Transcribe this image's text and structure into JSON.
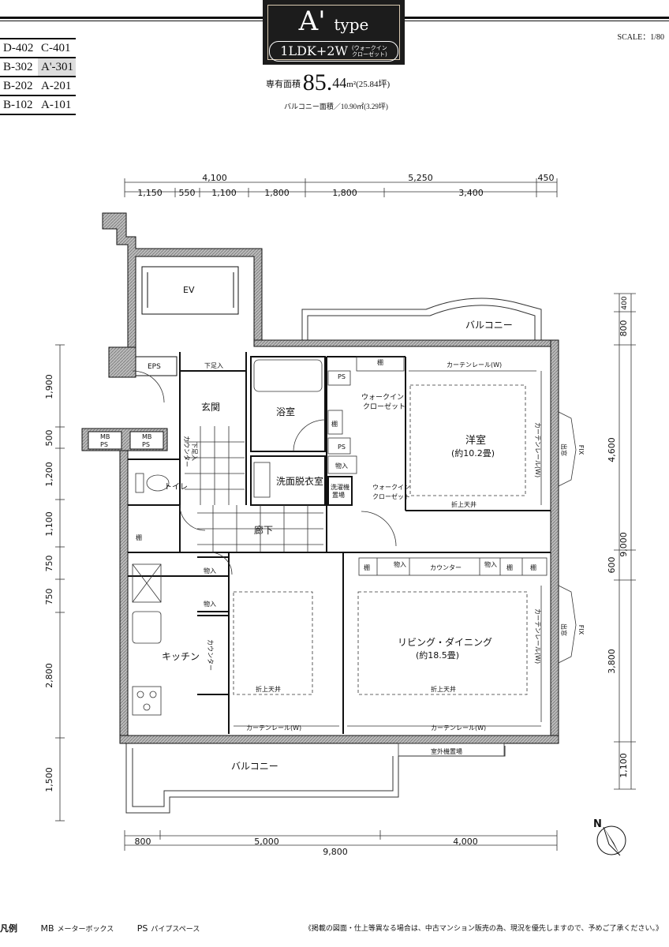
{
  "header": {
    "type_name": "A'",
    "type_suffix": "type",
    "layout": "1LDK+2W",
    "layout_note_1": "ウォークイン",
    "layout_note_2": "クローゼット",
    "scale": "SCALE：1/80"
  },
  "units": [
    [
      "D-402",
      "C-401"
    ],
    [
      "B-302",
      "A'-301"
    ],
    [
      "B-202",
      "A-201"
    ],
    [
      "B-102",
      "A-101"
    ]
  ],
  "area": {
    "label": "専有面積",
    "value_big": "85.",
    "value_small": "44",
    "unit": "m²",
    "tsubo": "(25.84坪)",
    "balcony": "バルコニー面積／10.90㎡(3.29坪)"
  },
  "dims": {
    "top_total_left": "4,100",
    "top_total_mid": "5,250",
    "top_total_right": "450",
    "top_parts": [
      "1,150",
      "550",
      "1,100",
      "1,800",
      "1,800",
      "3,400"
    ],
    "left": [
      "1,900",
      "500",
      "1,200",
      "1,100",
      "750",
      "750",
      "2,800",
      "1,500"
    ],
    "right_total": "9,000",
    "right_parts": [
      "400",
      "800",
      "4,600",
      "600",
      "3,800",
      "1,100"
    ],
    "bottom_parts": [
      "800",
      "5,000",
      "4,000"
    ],
    "bottom_total": "9,800"
  },
  "rooms": {
    "ev": "EV",
    "eps": "EPS",
    "mbps": [
      "MB",
      "PS"
    ],
    "balcony_top": "バルコニー",
    "balcony_bottom": "バルコニー",
    "shoe": "下足入",
    "entrance": "玄関",
    "counter_shoe": [
      "カウンター",
      "下足入"
    ],
    "bath": "浴室",
    "washroom": "洗面脱衣室",
    "laundry": [
      "洗濯機",
      "置場"
    ],
    "toilet": "トイレ",
    "hall": "廊下",
    "kitchen": "キッチン",
    "kitchen_counter": "カウンター",
    "walkin1": [
      "ウォークイン",
      "クローゼット"
    ],
    "walkin2": [
      "ウォークイン",
      "クローゼット"
    ],
    "western": "洋室",
    "western_size": "(約10.2畳)",
    "ldk": "リビング・ダイニング",
    "ldk_size": "(約18.5畳)",
    "ps": "PS",
    "shelf": "棚",
    "storage": "物入",
    "counter": "カウンター",
    "curtain": "カーテンレール(W)",
    "ceiling": "折上天井",
    "window": "出窓",
    "fix": "FIX",
    "outdoor_unit": "室外機置場"
  },
  "compass": "N",
  "legend": {
    "title": "凡例",
    "mb": "MB",
    "mb_desc": "メーターボックス",
    "ps": "PS",
    "ps_desc": "パイプスペース",
    "note": "《掲載の図面・仕上等異なる場合は、中古マンション販売の為、現況を優先しますので、予めご了承ください。》"
  }
}
